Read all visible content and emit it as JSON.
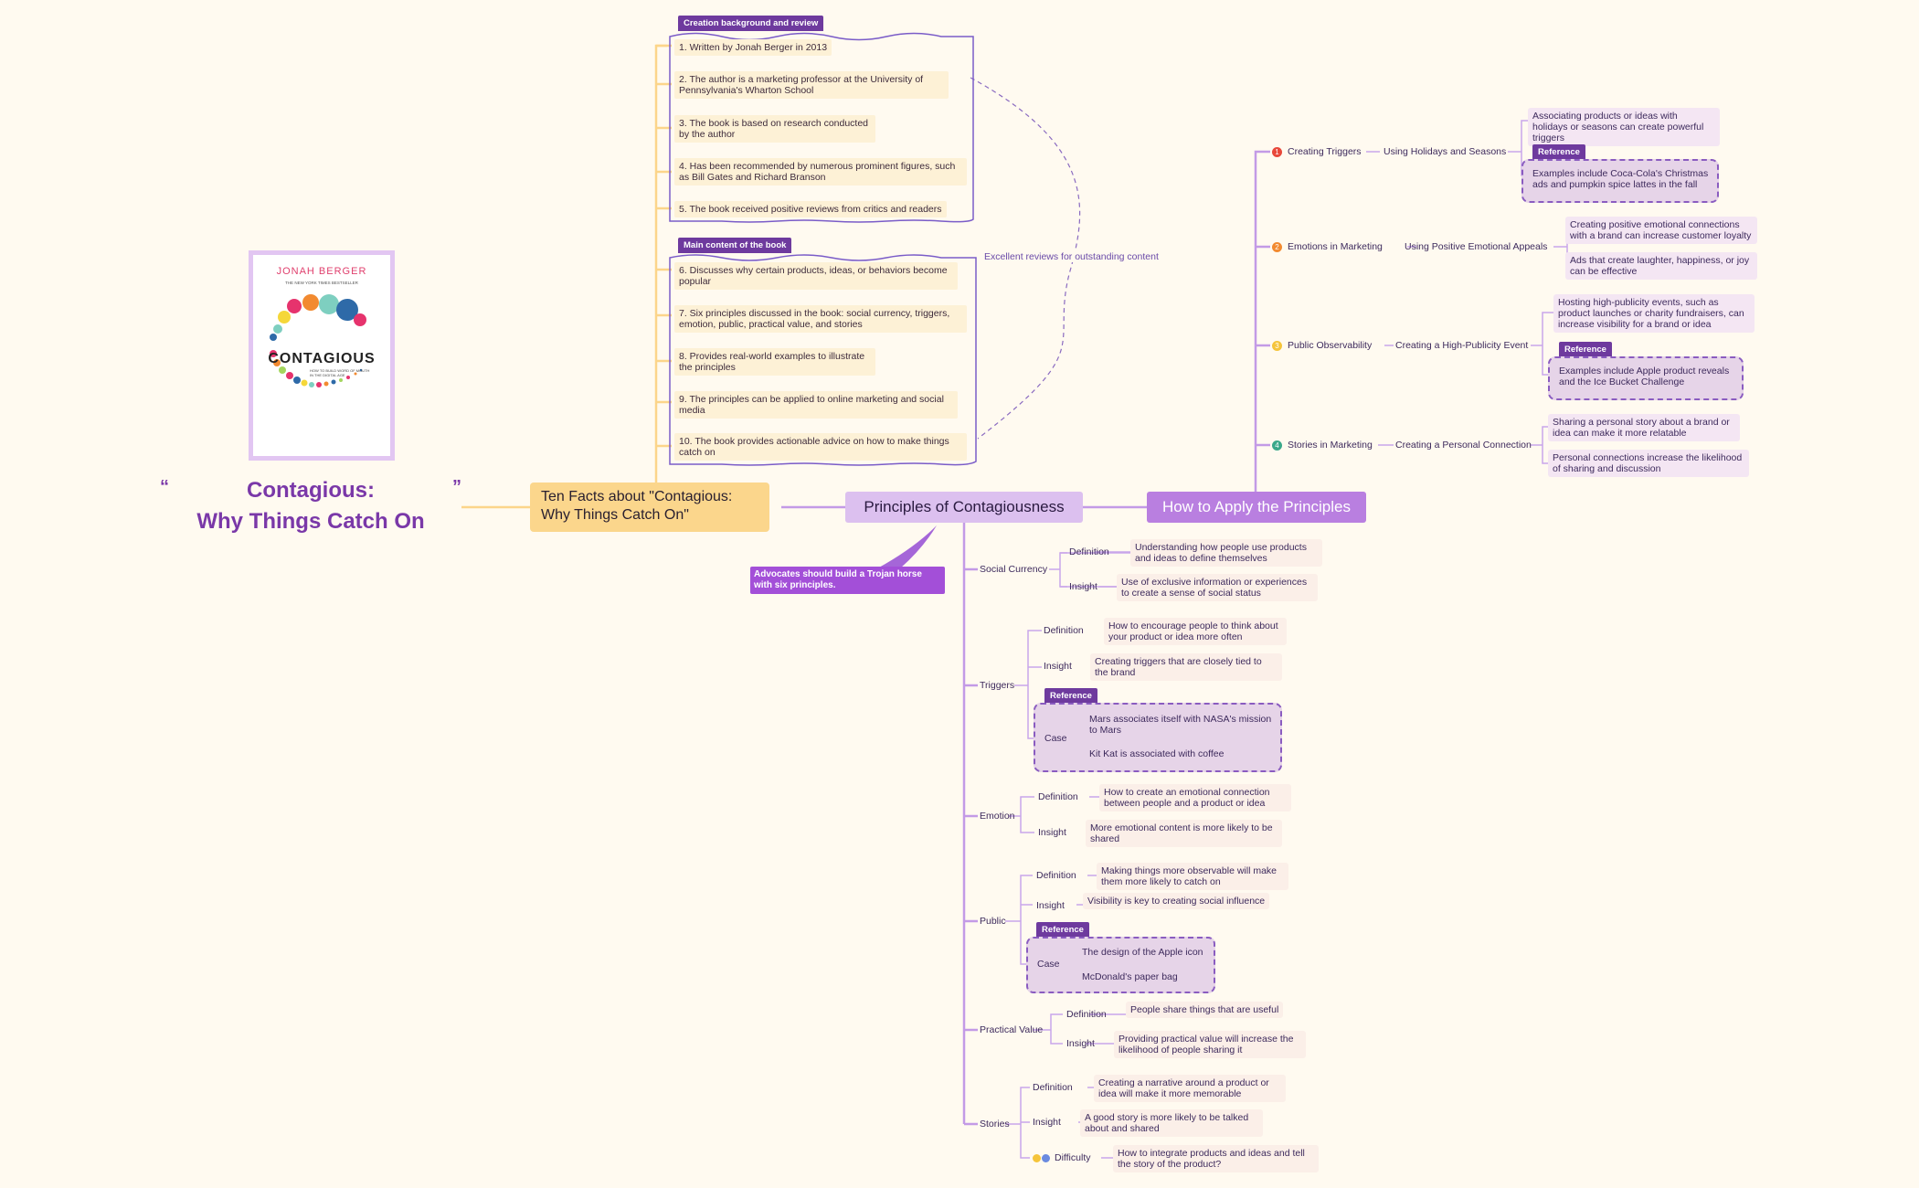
{
  "title": {
    "line1": "Contagious:",
    "line2": "Why Things Catch On",
    "quote_open": "“",
    "quote_close": "”"
  },
  "book_cover": {
    "author": "JONAH BERGER",
    "badge": "THE NEW YORK TIMES BESTSELLER",
    "title": "CONTAGIOUS",
    "subtitle": "HOW TO BUILD WORD OF MOUTH IN THE DIGITAL AGE"
  },
  "ten_facts": {
    "title": "Ten Facts about \"Contagious: Why Things Catch On\"",
    "group1_tag": "Creation background and review",
    "group2_tag": "Main content of the book",
    "facts": [
      "1. Written by Jonah Berger in 2013",
      "2. The author is a marketing professor at the University of Pennsylvania's Wharton School",
      "3. The book is based on research conducted by the author",
      "4. Has been recommended by numerous prominent figures, such as Bill Gates and Richard Branson",
      "5. The book received positive reviews from critics and readers",
      "6. Discusses why certain products, ideas, or behaviors become popular",
      "7. Six principles discussed in the book: social currency, triggers, emotion, public, practical value, and stories",
      "8. Provides real-world examples to illustrate the principles",
      "9. The principles can be applied to online marketing and social media",
      "10. The book provides actionable advice on how to make things catch on"
    ],
    "relationship_label": "Excellent reviews for outstanding content"
  },
  "principles": {
    "title": "Principles of Contagiousness",
    "callout": "Advocates should build a Trojan horse with six principles.",
    "items": [
      {
        "name": "Social Currency",
        "definition": "Understanding how people use products and ideas to define themselves",
        "insight": "Use of exclusive information or experiences to create a sense of social status"
      },
      {
        "name": "Triggers",
        "definition": "How to encourage people to think about your product or idea more often",
        "insight": "Creating triggers that are closely tied to the brand",
        "case_label": "Case",
        "cases": [
          "Mars associates itself with NASA's mission to Mars",
          "Kit Kat is associated with coffee"
        ]
      },
      {
        "name": "Emotion",
        "definition": "How to create an emotional connection between people and a product or idea",
        "insight": "More emotional content is more likely to be shared"
      },
      {
        "name": "Public",
        "definition": "Making things more observable will make them more likely to catch on",
        "insight": "Visibility is key to creating social influence",
        "case_label": "Case",
        "cases": [
          "The design of the Apple icon",
          "McDonald's paper bag"
        ]
      },
      {
        "name": "Practical Value",
        "definition": "People share things that are useful",
        "insight": "Providing practical value will increase the likelihood of people sharing it"
      },
      {
        "name": "Stories",
        "definition": "Creating a narrative around a product or idea will make it more memorable",
        "insight": "A good story is more likely to be talked about and shared",
        "difficulty_label": "Difficulty",
        "difficulty": "How to integrate products and ideas and tell the story of the product?"
      }
    ],
    "labels": {
      "definition": "Definition",
      "insight": "Insight",
      "reference": "Reference"
    }
  },
  "apply": {
    "title": "How to Apply the Principles",
    "reference_tag": "Reference",
    "items": [
      {
        "name": "Creating Triggers",
        "method": "Using Holidays and Seasons",
        "leaves": [
          "Associating products or ideas with holidays or seasons can create powerful triggers"
        ],
        "reference": "Examples include Coca-Cola's Christmas ads and pumpkin spice lattes in the fall"
      },
      {
        "name": "Emotions in Marketing",
        "method": "Using Positive Emotional Appeals",
        "leaves": [
          "Creating positive emotional connections with a brand can increase customer loyalty",
          "Ads that create laughter, happiness, or joy can be effective"
        ]
      },
      {
        "name": "Public Observability",
        "method": "Creating a High-Publicity Event",
        "leaves": [
          "Hosting high-publicity events, such as product launches or charity fundraisers, can increase visibility for a brand or idea"
        ],
        "reference": "Examples include Apple product reveals and the Ice Bucket Challenge"
      },
      {
        "name": "Stories in Marketing",
        "method": "Creating a Personal Connection",
        "leaves": [
          "Sharing a personal story about a brand or idea can make it more relatable",
          "Personal connections increase the likelihood of sharing and discussion"
        ]
      }
    ]
  },
  "colors": {
    "background": "#fffaf0",
    "central": "#fbd68c",
    "principles": "#dcc0ef",
    "apply": "#b97fe0",
    "branch_line": "#c39ae6",
    "tag": "#6e3a9e"
  }
}
